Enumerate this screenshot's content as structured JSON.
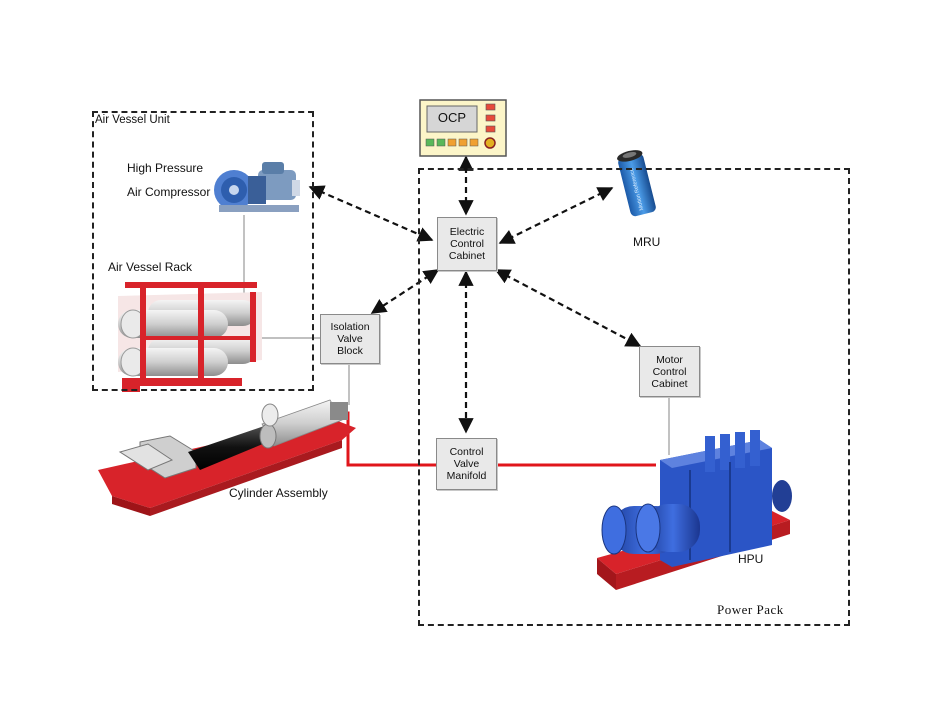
{
  "title": "",
  "regions": {
    "air_vessel_unit": "Air Vessel Unit",
    "power_pack": "Power Pack"
  },
  "labels": {
    "compressor_line1": "High Pressure",
    "compressor_line2": "Air Compressor",
    "air_vessel_rack": "Air Vessel Rack",
    "cylinder_assembly": "Cylinder Assembly",
    "mru": "MRU",
    "hpu": "HPU"
  },
  "ocp": {
    "label": "OCP"
  },
  "mru_device_text": "Motion Reference",
  "boxes": {
    "ecc": "Electric\nControl\nCabinet",
    "ivb": "Isolation\nValve\nBlock",
    "cvm": "Control\nValve\nManifold",
    "mcc": "Motor\nControl\nCabinet"
  },
  "colors": {
    "hydraulic_line": "#e0151b",
    "signal_line": "#111111",
    "frame_red": "#d8232a",
    "motor_blue": "#2b55c6",
    "mru_blue": "#2a76c9",
    "ocp_panel": "#fcf5c8"
  }
}
